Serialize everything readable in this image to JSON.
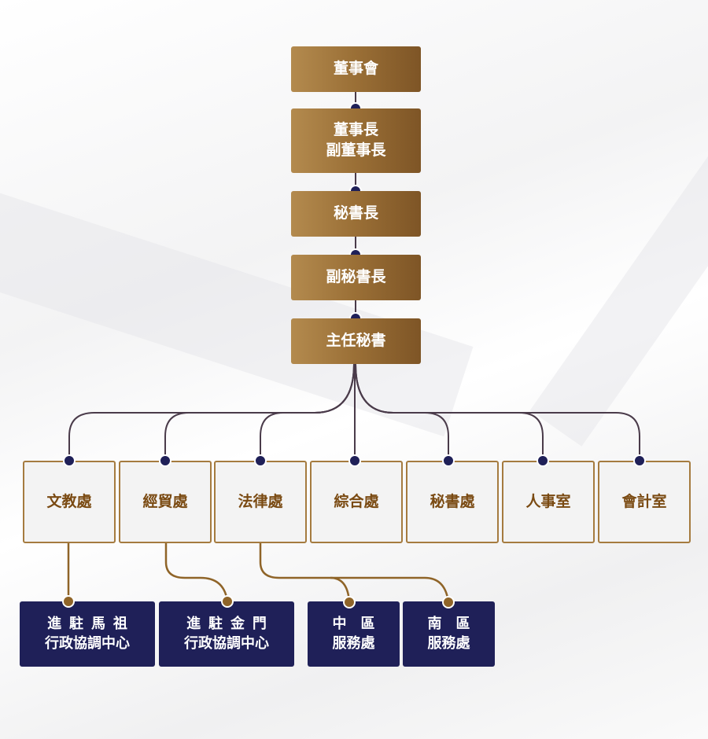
{
  "colors": {
    "gold": "#9a6f36",
    "navy": "#1f2058",
    "dept_text": "#7a4a12",
    "line_dark": "#4a3b4a",
    "line_gold": "#8f6428"
  },
  "leadership": [
    {
      "lines": [
        "董事會"
      ]
    },
    {
      "lines": [
        "董事長",
        "副董事長"
      ]
    },
    {
      "lines": [
        "秘書長"
      ]
    },
    {
      "lines": [
        "副秘書長"
      ]
    },
    {
      "lines": [
        "主任秘書"
      ]
    }
  ],
  "departments": [
    "文教處",
    "經貿處",
    "法律處",
    "綜合處",
    "秘書處",
    "人事室",
    "會計室"
  ],
  "offices": [
    {
      "line1": "進駐馬祖",
      "line2": "行政協調中心"
    },
    {
      "line1": "進駐金門",
      "line2": "行政協調中心"
    },
    {
      "line1": "中區",
      "line2": "服務處"
    },
    {
      "line1": "南區",
      "line2": "服務處"
    }
  ]
}
